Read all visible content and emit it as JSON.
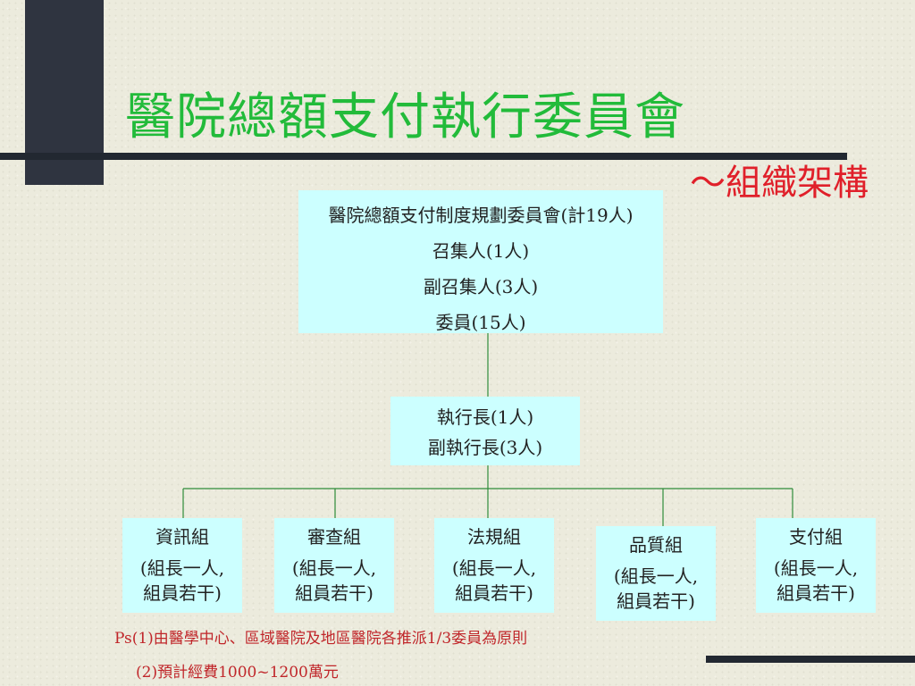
{
  "slide": {
    "title": "醫院總額支付執行委員會",
    "subtitle": "～組織架構"
  },
  "committee": {
    "name": "醫院總額支付制度規劃委員會(計19人)",
    "convener": "召集人(1人)",
    "deputy_convener": "副召集人(3人)",
    "members": "委員(15人)"
  },
  "executive": {
    "ceo": "執行長(1人)",
    "deputy_ceo": "副執行長(3人)"
  },
  "groups": [
    {
      "name": "資訊組",
      "desc_line1": "(組長一人,",
      "desc_line2": "組員若干)"
    },
    {
      "name": "審查組",
      "desc_line1": "(組長一人,",
      "desc_line2": "組員若干)"
    },
    {
      "name": "法規組",
      "desc_line1": "(組長一人,",
      "desc_line2": "組員若干)"
    },
    {
      "name": "品質組",
      "desc_line1": "(組長一人,",
      "desc_line2": "組員若干)"
    },
    {
      "name": "支付組",
      "desc_line1": "(組長一人,",
      "desc_line2": "組員若干)"
    }
  ],
  "notes": {
    "line1": "Ps(1)由醫學中心、區域醫院及地區醫院各推派1/3委員為原則",
    "line2": "(2)預計經費1000~1200萬元"
  },
  "colors": {
    "title": "#22bb3a",
    "subtitle": "#e0202a",
    "box_fill": "#ccffff",
    "connector": "#2e8b3a",
    "note": "#c0262a",
    "dark_bar": "#222831"
  }
}
